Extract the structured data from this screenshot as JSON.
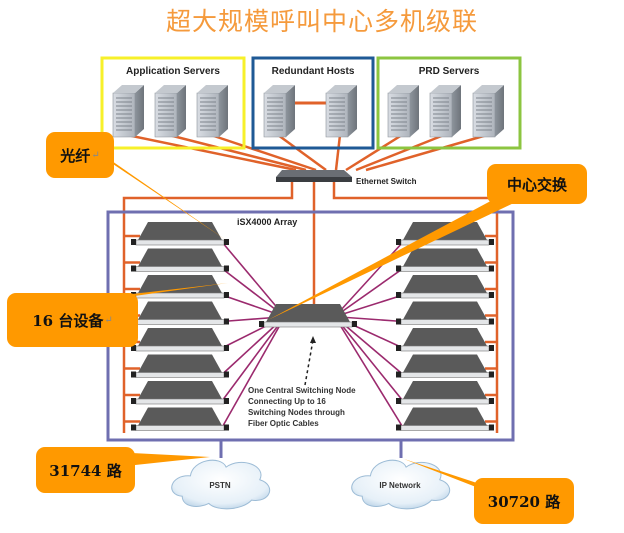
{
  "title": "超大规模呼叫中心多机级联",
  "groups": [
    {
      "label": "Application Servers",
      "color": "#f7f02a",
      "server_count": 3
    },
    {
      "label": "Redundant Hosts",
      "color": "#1f5a96",
      "server_count": 2
    },
    {
      "label": "PRD Servers",
      "color": "#8cc540",
      "server_count": 3
    }
  ],
  "ethernet_switch": {
    "label": "Ethernet Switch"
  },
  "array": {
    "label": "iSX4000 Array",
    "border_color": "#6f6fb0",
    "nodes_per_side": 8
  },
  "central_node_note": [
    "One Central Switching Node",
    "Connecting Up to 16",
    "Switching Nodes through",
    "Fiber Optic Cables"
  ],
  "networks": [
    {
      "label": "PSTN"
    },
    {
      "label": "IP Network"
    }
  ],
  "callouts": [
    {
      "id": "fiber",
      "text": "光纤",
      "para_mark": "↵"
    },
    {
      "id": "central-switch",
      "text": "中心交换",
      "para_mark": ""
    },
    {
      "id": "device-count",
      "text": "16 台设备",
      "para_mark": "↵"
    },
    {
      "id": "pstn-channels",
      "text": "31744 路",
      "para_mark": ""
    },
    {
      "id": "ip-channels",
      "text": "30720 路",
      "para_mark": ""
    }
  ],
  "colors": {
    "title": "#f59a3c",
    "callout": "#ff9900",
    "ethernet_cable": "#e0622a",
    "fiber_cable": "#9b2a6e",
    "node_body": "#5a5a5a"
  }
}
